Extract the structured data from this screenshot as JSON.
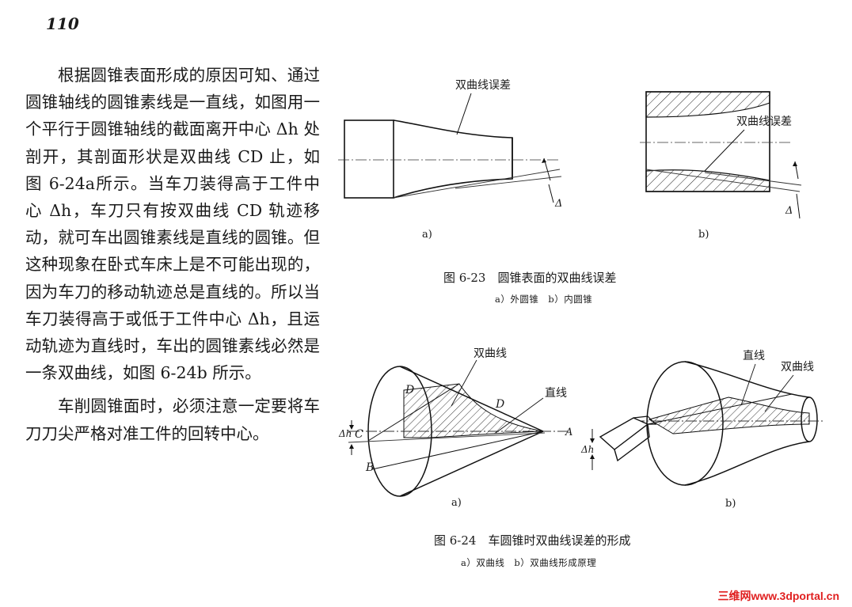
{
  "page": {
    "number": "110"
  },
  "body": {
    "paragraphs": [
      "根据圆锥表面形成的原因可知、通过圆锥轴线的圆锥素线是一直线，如图用一个平行于圆锥轴线的截面离开中心 Δh 处剖开，其剖面形状是双曲线 CD 止，如图 6-24a所示。当车刀装得高于工件中心 Δh，车刀只有按双曲线 CD 轨迹移动，就可车出圆锥素线是直线的圆锥。但这种现象在卧式车床上是不可能出现的，因为车刀的移动轨迹总是直线的。所以当车刀装得高于或低于工件中心 Δh，且运动轨迹为直线时，车出的圆锥素线必然是一条双曲线，如图 6-24b 所示。",
      "车削圆锥面时，必须注意一定要将车刀刀尖严格对准工件的回转中心。"
    ]
  },
  "figure_6_23": {
    "a": {
      "label": "双曲线误差",
      "sub": "a)",
      "delta": "Δ"
    },
    "b": {
      "label": "双曲线误差",
      "sub": "b)",
      "delta": "Δ"
    },
    "caption": "图 6-23　圆锥表面的双曲线误差",
    "subcaption": "a）外圆锥　b）内圆锥"
  },
  "figure_6_24": {
    "a": {
      "hyperbola_label": "双曲线",
      "line_label": "直线",
      "point_c": "C",
      "point_d": "D",
      "point_d_upper": "D",
      "point_b": "B",
      "point_a": "A",
      "delta_h": "Δh",
      "sub": "a)"
    },
    "b": {
      "line_label": "直线",
      "hyperbola_label": "双曲线",
      "delta_h": "Δh",
      "sub": "b)"
    },
    "caption": "图 6-24　车圆锥时双曲线误差的形成",
    "subcaption": "a）双曲线　b）双曲线形成原理"
  },
  "watermark": {
    "text": "三维网www.3dportal.cn"
  }
}
